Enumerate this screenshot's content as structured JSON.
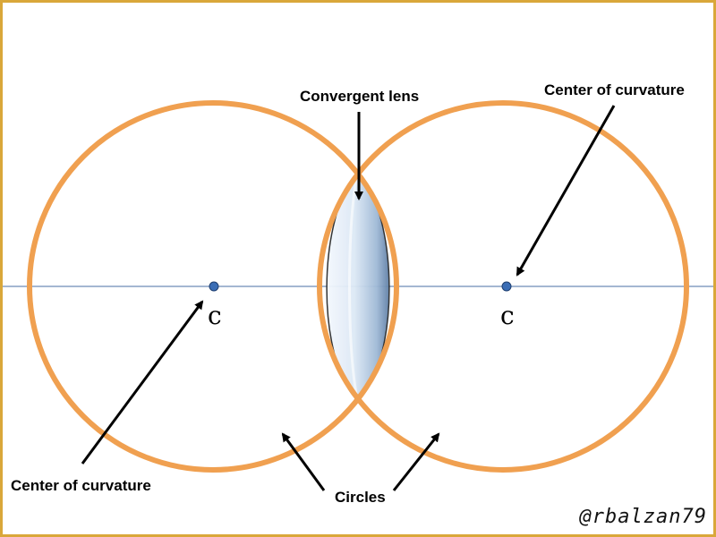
{
  "labels": {
    "lens": "Convergent lens",
    "center_of_curvature_right": "Center of curvature",
    "center_of_curvature_left": "Center of curvature",
    "circles": "Circles",
    "c_left": "c",
    "c_right": "c"
  },
  "signature": "@rbalzan79",
  "colors": {
    "frame": "#d9a73a",
    "circle": "#f0a050",
    "axis": "#4a6fa5",
    "center_dot": "#3a6db5",
    "lens_light": "#eef4fb",
    "lens_dark": "#8aa7c8"
  }
}
